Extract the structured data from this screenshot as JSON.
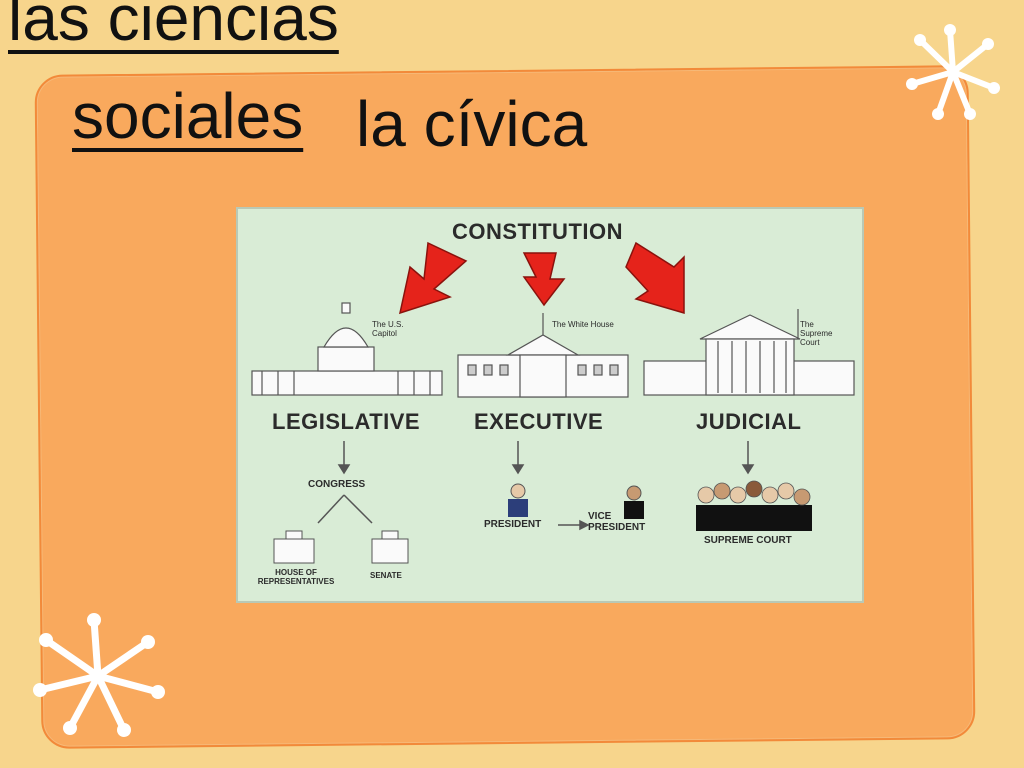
{
  "slide": {
    "title_line1": "las ciencias",
    "title_line2": "sociales",
    "title_line3": "la cívica"
  },
  "diagram": {
    "top": "CONSTITUTION",
    "branches": [
      {
        "name": "LEGISLATIVE",
        "building": "The U.S. Capitol",
        "body": "CONGRESS",
        "parts": [
          "HOUSE OF REPRESENTATIVES",
          "SENATE"
        ]
      },
      {
        "name": "EXECUTIVE",
        "building": "The White House",
        "body": "PRESIDENT",
        "parts": [
          "VICE PRESIDENT"
        ]
      },
      {
        "name": "JUDICIAL",
        "building": "The Supreme Court",
        "body": "SUPREME COURT"
      }
    ]
  },
  "colors": {
    "background": "#f7d58c",
    "card": "#f9a95d",
    "diagram_bg": "#d9ecd6",
    "arrow_red": "#e5231b",
    "star": "#ffffff"
  },
  "icons": [
    "snowflake-star-icon",
    "capitol-building-icon",
    "white-house-icon",
    "supreme-court-icon"
  ]
}
